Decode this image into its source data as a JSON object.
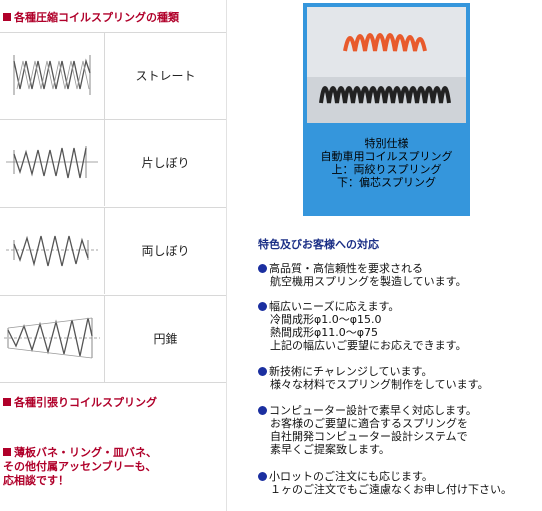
{
  "left": {
    "compression_heading": "各種圧縮コイルスプリングの種類",
    "types": [
      {
        "label": "ストレート"
      },
      {
        "label": "片しぼり"
      },
      {
        "label": "両しぼり"
      },
      {
        "label": "円錐"
      }
    ],
    "tension_heading": "各種引張りコイルスプリング",
    "misc_lines": [
      "薄板バネ・リング・皿バネ、",
      "その他付属アッセンブリーも、",
      "応相談です！"
    ]
  },
  "photo": {
    "caption_lines": [
      "特別仕様",
      "自動車用コイルスプリング",
      "上：両絞りスプリング",
      "下：偏芯スプリング"
    ]
  },
  "features": {
    "title": "特色及びお客様への対応",
    "items": [
      {
        "lines": [
          "高品質・高信頼性を要求される",
          "航空機用スプリングを製造しています。"
        ]
      },
      {
        "lines": [
          "幅広いニーズに応えます。",
          "冷間成形φ1.0～φ15.0",
          "熱間成形φ11.0～φ75",
          "上記の幅広いご要望にお応えできます。"
        ]
      },
      {
        "lines": [
          "新技術にチャレンジしています。",
          "様々な材料でスプリング制作をしています。"
        ]
      },
      {
        "lines": [
          "コンピューター設計で素早く対応します。",
          "お客様のご要望に適合するスプリングを",
          "自社開発コンピューター設計システムで",
          "素早くご提案致します。"
        ]
      },
      {
        "lines": [
          "小ロットのご注文にも応じます。",
          "１ヶのご注文でもご遠慮なくお申し付け下さい。"
        ]
      }
    ]
  }
}
